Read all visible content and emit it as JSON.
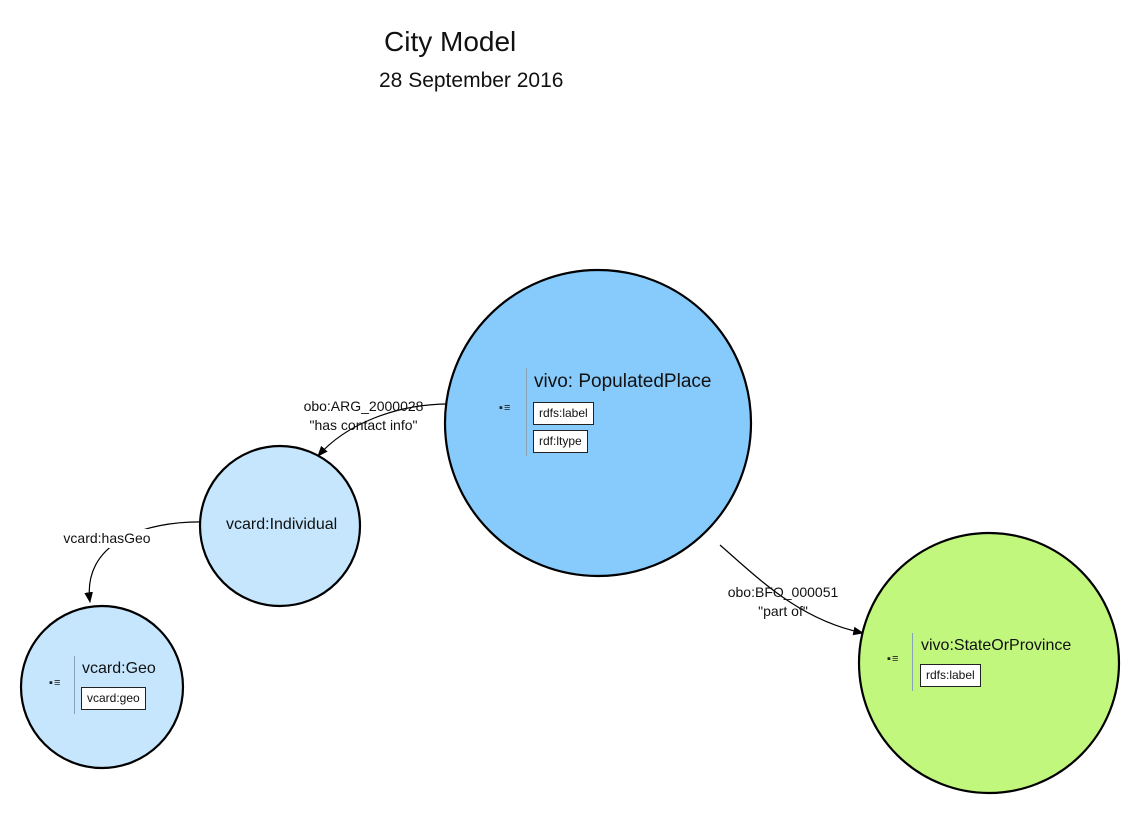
{
  "title": "City Model",
  "subtitle": "28 September 2016",
  "colors": {
    "populated_place_fill": "#87cbfc",
    "individual_fill": "#c5e6fd",
    "geo_fill": "#c5e6fd",
    "state_fill": "#c2f77e",
    "stroke": "#000000"
  },
  "nodes": {
    "populated_place": {
      "title": "vivo: PopulatedPlace",
      "props": [
        "rdfs:label",
        "rdf:ltype"
      ],
      "handle_icon": "list-handle-icon",
      "handle": "▪ ≡"
    },
    "individual": {
      "title": "vcard:Individual"
    },
    "geo": {
      "title": "vcard:Geo",
      "props": [
        "vcard:geo"
      ],
      "handle_icon": "list-handle-icon",
      "handle": "▪ ≡"
    },
    "state": {
      "title": "vivo:StateOrProvince",
      "props": [
        "rdfs:label"
      ],
      "handle_icon": "list-handle-icon",
      "handle": "▪ ≡"
    }
  },
  "edges": {
    "contact": {
      "line1": "obo:ARG_2000028",
      "line2": "\"has contact info\""
    },
    "hasgeo": {
      "line1": "vcard:hasGeo"
    },
    "partof": {
      "line1": "obo:BFO_000051",
      "line2": "\"part of\""
    }
  }
}
